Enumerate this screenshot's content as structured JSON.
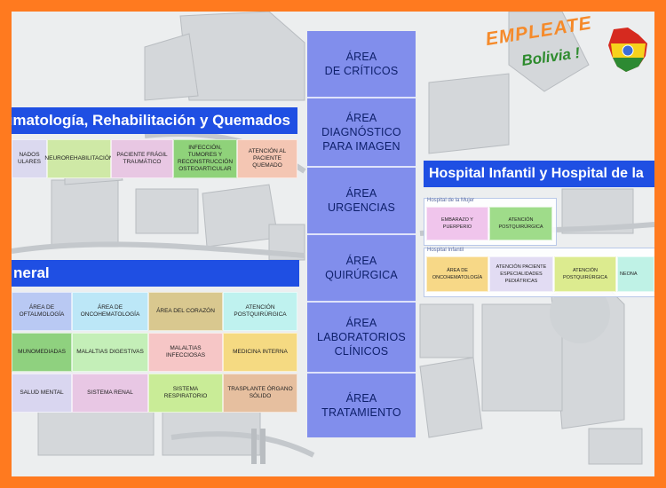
{
  "logo": {
    "line1": "EMPLEATE",
    "line2": "Bolivia !",
    "colors": {
      "orange": "#f58a2a",
      "green": "#2e8b2e"
    }
  },
  "banners": {
    "trauma": "umatología, Rehabilitación y Quemados",
    "general": "neral",
    "infantil": "Hospital Infantil y Hospital de la"
  },
  "trauma_cells": [
    {
      "text": "NADOS ULARES",
      "color": "#dbd9ef"
    },
    {
      "text": "NEUROREHABILITACIÓN",
      "color": "#cfe9a6"
    },
    {
      "text": "PACIENTE FRÁGIL TRAUMÁTICO",
      "color": "#e8c7e3"
    },
    {
      "text": "INFECCIÓN, TUMORES Y RECONSTRUCCIÓN OSTEOARTICULAR",
      "color": "#8fd27a"
    },
    {
      "text": "ATENCIÓN AL PACIENTE QUEMADO",
      "color": "#f4c6b3"
    }
  ],
  "general_cells": [
    {
      "text": "ÁREA DE OFTALMOLOGÍA",
      "color": "#b9c9f3"
    },
    {
      "text": "ÁREA DE ONCOHEMATOLOGÍA",
      "color": "#bce7f7"
    },
    {
      "text": "ÁREA DEL CORAZÓN",
      "color": "#d9c88f"
    },
    {
      "text": "ATENCIÓN POSTQUIRÚRGICA",
      "color": "#bff2ef"
    },
    {
      "text": "MUNOMEDIADAS",
      "color": "#8fd17f"
    },
    {
      "text": "MALALTIAS DIGESTIVAS",
      "color": "#c4efb8"
    },
    {
      "text": "MALALTIAS INFECCIOSAS",
      "color": "#f6c6c6"
    },
    {
      "text": "MEDICINA INTERNA",
      "color": "#f5da82"
    },
    {
      "text": "SALUD MENTAL",
      "color": "#d9d6f0"
    },
    {
      "text": "SISTEMA RENAL",
      "color": "#e8c7e4"
    },
    {
      "text": "SISTEMA RESPIRATORIO",
      "color": "#c9ec97"
    },
    {
      "text": "TRASPLANTE ÓRGANO SÓLIDO",
      "color": "#e6bf9f"
    }
  ],
  "mujer": {
    "label": "Hospital de la Mujer",
    "cells": [
      {
        "text": "EMBARAZO Y PUERPERIO",
        "color": "#f0c5ec"
      },
      {
        "text": "ATENCIÓN POSTQUIRÚRGICA",
        "color": "#9fdc8a"
      }
    ]
  },
  "infantil": {
    "label": "Hospital Infantil",
    "cells": [
      {
        "text": "ÁREA DE ONCOHEMATOLOGÍA",
        "color": "#f7d887"
      },
      {
        "text": "ATENCIÓN PACIENTE ESPECIALIDADES PEDIÁTRICAS",
        "color": "#e2dcf3"
      },
      {
        "text": "ATENCIÓN POSTQUIRÚRGICA",
        "color": "#dceb8f"
      },
      {
        "text": "NEONA",
        "color": "#bff2e6"
      }
    ]
  },
  "areas": [
    {
      "line1": "ÁREA",
      "line2": "DE CRÍTICOS"
    },
    {
      "line1": "ÁREA",
      "line2": "DIAGNÓSTICO",
      "line3": "PARA IMAGEN"
    },
    {
      "line1": "ÁREA",
      "line2": "URGENCIAS"
    },
    {
      "line1": "ÁREA",
      "line2": "QUIRÚRGICA"
    },
    {
      "line1": "ÁREA",
      "line2": "LABORATORIOS",
      "line3": "CLÍNICOS"
    },
    {
      "line1": "ÁREA",
      "line2": "TRATAMIENTO"
    }
  ],
  "colors": {
    "frame": "#ff7a1f",
    "banner": "#1f4fe3",
    "center_column": "#6e7deb"
  }
}
